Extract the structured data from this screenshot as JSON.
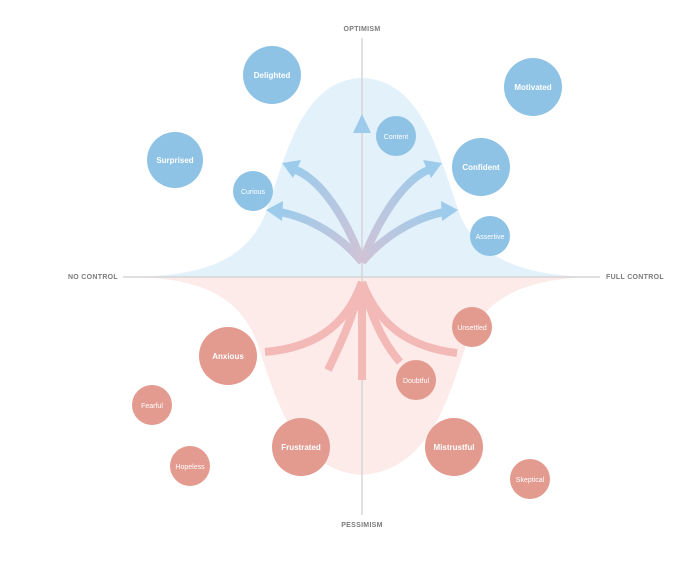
{
  "axes": {
    "top": "OPTIMISM",
    "bottom": "PESSIMISM",
    "left": "NO CONTROL",
    "right": "FULL CONTROL"
  },
  "colors": {
    "positive_fill": "#8ec3e6",
    "positive_area": "#e3f1fb",
    "negative_fill": "#e39a8f",
    "negative_area": "#fdebea",
    "axis": "#d6d6d6",
    "arrow_positive": "#9ccbeb",
    "arrow_negative": "#f3b9b7"
  },
  "emotions": [
    {
      "id": "delighted",
      "label": "Delighted",
      "tone": "positive",
      "weight": "bold"
    },
    {
      "id": "motivated",
      "label": "Motivated",
      "tone": "positive",
      "weight": "bold"
    },
    {
      "id": "surprised",
      "label": "Surprised",
      "tone": "positive",
      "weight": "bold"
    },
    {
      "id": "content",
      "label": "Content",
      "tone": "positive",
      "weight": "light"
    },
    {
      "id": "confident",
      "label": "Confident",
      "tone": "positive",
      "weight": "bold"
    },
    {
      "id": "curious",
      "label": "Curious",
      "tone": "positive",
      "weight": "light"
    },
    {
      "id": "assertive",
      "label": "Assertive",
      "tone": "positive",
      "weight": "light"
    },
    {
      "id": "unsettled",
      "label": "Unsettled",
      "tone": "negative",
      "weight": "light"
    },
    {
      "id": "anxious",
      "label": "Anxious",
      "tone": "negative",
      "weight": "bold"
    },
    {
      "id": "doubtful",
      "label": "Doubtful",
      "tone": "negative",
      "weight": "light"
    },
    {
      "id": "fearful",
      "label": "Fearful",
      "tone": "negative",
      "weight": "light"
    },
    {
      "id": "frustrated",
      "label": "Frustrated",
      "tone": "negative",
      "weight": "bold"
    },
    {
      "id": "mistrustful",
      "label": "Mistrustful",
      "tone": "negative",
      "weight": "bold"
    },
    {
      "id": "hopeless",
      "label": "Hopeless",
      "tone": "negative",
      "weight": "light"
    },
    {
      "id": "skeptical",
      "label": "Skeptical",
      "tone": "negative",
      "weight": "light"
    }
  ]
}
